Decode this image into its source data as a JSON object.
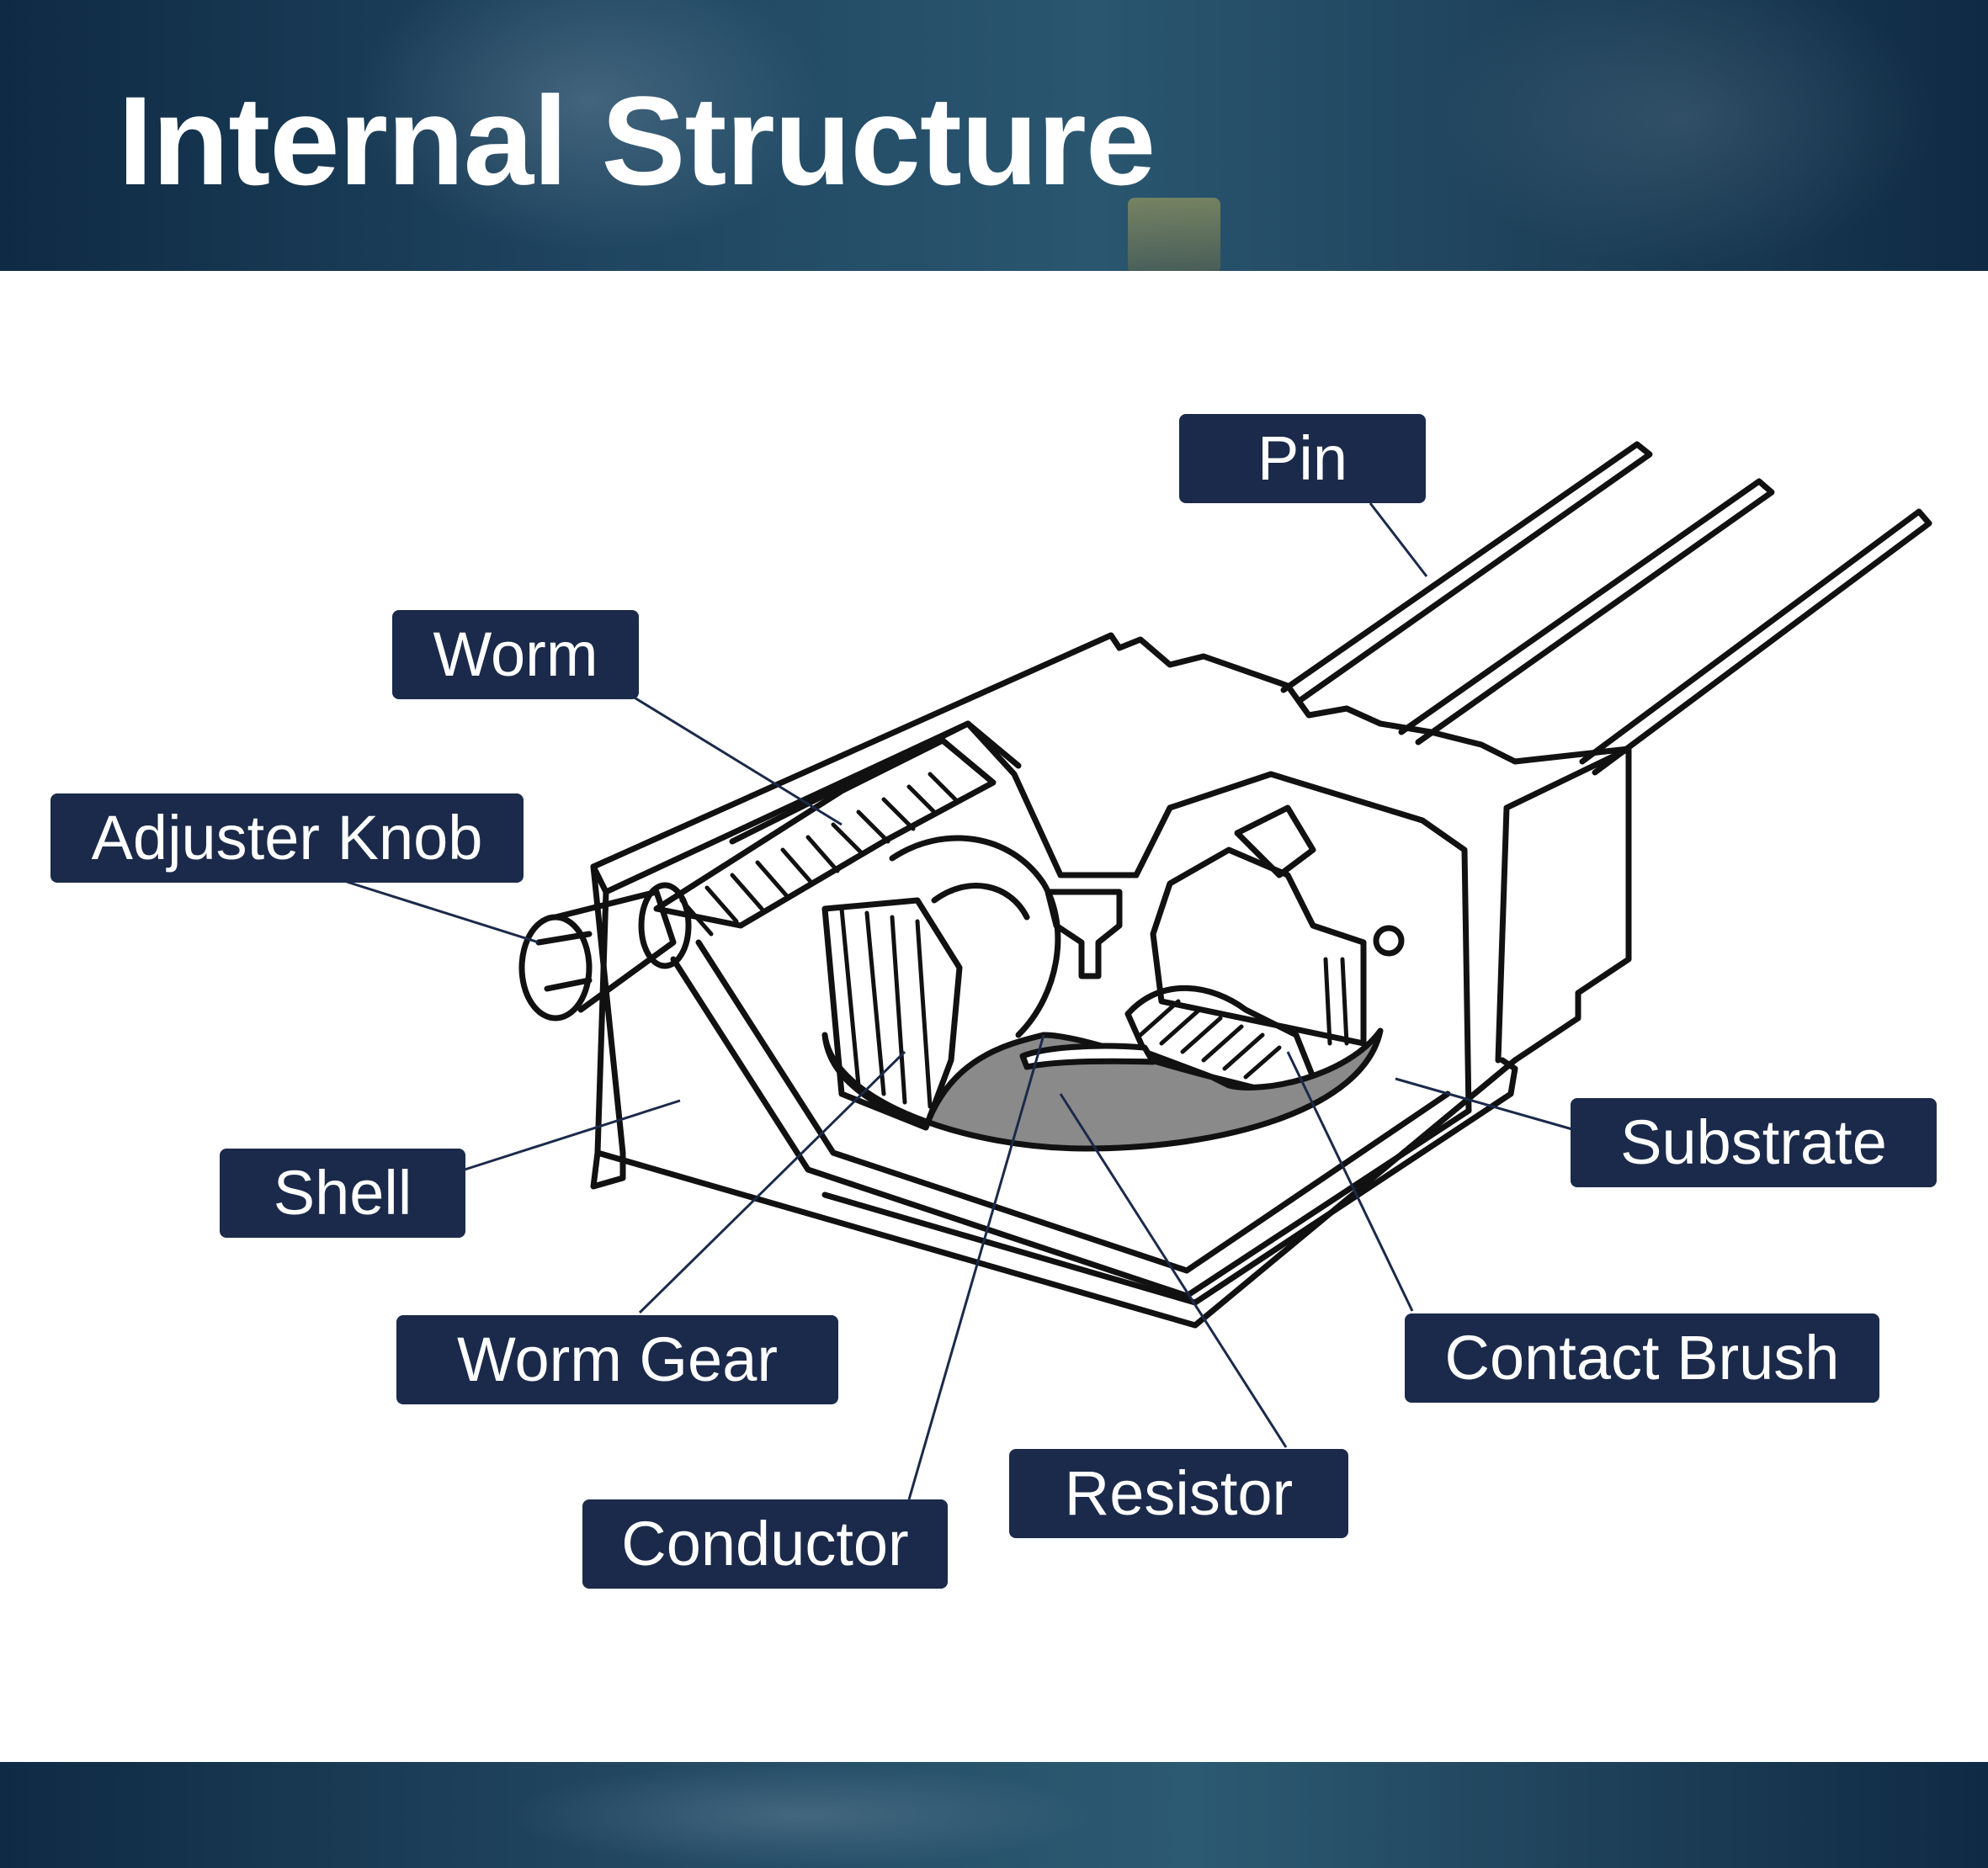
{
  "title": "Internal Structure",
  "labels": {
    "pin": "Pin",
    "worm": "Worm",
    "adjuster_knob": "Adjuster Knob",
    "shell": "Shell",
    "worm_gear": "Worm Gear",
    "conductor": "Conductor",
    "resistor": "Resistor",
    "contact_brush": "Contact Brush",
    "substrate": "Substrate"
  },
  "colors": {
    "banner": "#0f2a44",
    "label_bg": "#1b2a4a",
    "label_text": "#ffffff",
    "resistor_fill": "#8a8a8a",
    "leader_line": "#1b2a4a"
  }
}
